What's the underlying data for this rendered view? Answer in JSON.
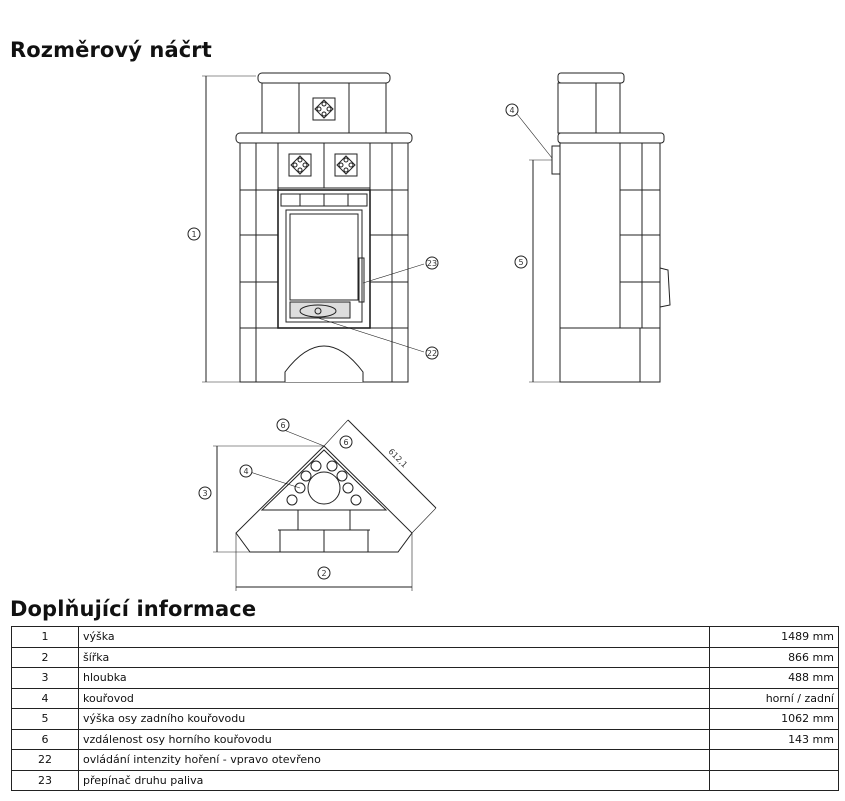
{
  "sections": {
    "sketch_title": "Rozměrový náčrt",
    "info_title": "Doplňující informace"
  },
  "drawing": {
    "callouts": {
      "height": "1",
      "width": "2",
      "depth": "3",
      "flue": "4",
      "rear_flue_axis": "5",
      "top_flue_axis": "6",
      "air_control": "22",
      "fuel_switch": "23"
    },
    "dimension_text": "612,1"
  },
  "info_rows": [
    {
      "num": "1",
      "label": "výška",
      "value": "1489 mm"
    },
    {
      "num": "2",
      "label": "šířka",
      "value": "866 mm"
    },
    {
      "num": "3",
      "label": "hloubka",
      "value": "488 mm"
    },
    {
      "num": "4",
      "label": "kouřovod",
      "value": "horní / zadní"
    },
    {
      "num": "5",
      "label": "výška osy zadního kouřovodu",
      "value": "1062 mm"
    },
    {
      "num": "6",
      "label": "vzdálenost osy horního kouřovodu",
      "value": "143 mm"
    },
    {
      "num": "22",
      "label": "ovládání intenzity hoření - vpravo otevřeno",
      "value": ""
    },
    {
      "num": "23",
      "label": "přepínač druhu paliva",
      "value": ""
    }
  ]
}
